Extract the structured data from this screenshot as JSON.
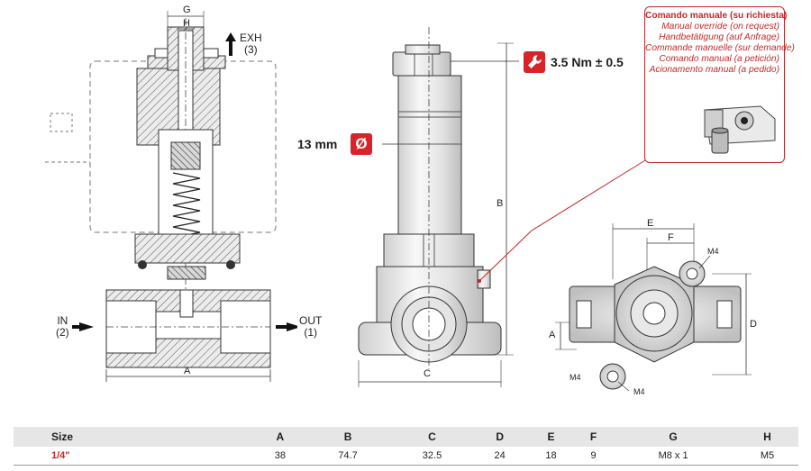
{
  "left_view": {
    "dim_g": "G",
    "dim_h": "H",
    "dim_a": "A",
    "exh_label": "EXH",
    "exh_port": "(3)",
    "in_label": "IN",
    "in_port": "(2)",
    "out_label": "OUT",
    "out_port": "(1)"
  },
  "middle_view": {
    "torque_spec": "3.5 Nm ± 0.5",
    "diameter_spec": "13 mm",
    "diameter_symbol": "Ø",
    "dim_b": "B",
    "dim_c": "C"
  },
  "right_view": {
    "dim_e": "E",
    "dim_f": "F",
    "dim_d": "D",
    "dim_a": "A",
    "thread_top": "M4",
    "thread_bottom_left": "M4",
    "thread_bottom_right": "M4"
  },
  "callout": {
    "lines": [
      "Comando manuale (su richiesta)",
      "Manual override (on request)",
      "Handbetätigung (auf Anfrage)",
      "Commande manuelle (sur demande)",
      "Comando manual (a petición)",
      "Acionamento manual (a pedido)"
    ]
  },
  "colors": {
    "accent": "#d8232a",
    "callout_red": "#c62828",
    "table_header_bg": "#e6e6e6"
  },
  "icons": {
    "torque": "wrench-icon",
    "diameter": "diameter-icon"
  },
  "table": {
    "headers": [
      "Size",
      "A",
      "B",
      "C",
      "D",
      "E",
      "F",
      "G",
      "H"
    ],
    "rows": [
      [
        "1/4\"",
        "38",
        "74.7",
        "32.5",
        "24",
        "18",
        "9",
        "M8 x 1",
        "M5"
      ]
    ]
  }
}
